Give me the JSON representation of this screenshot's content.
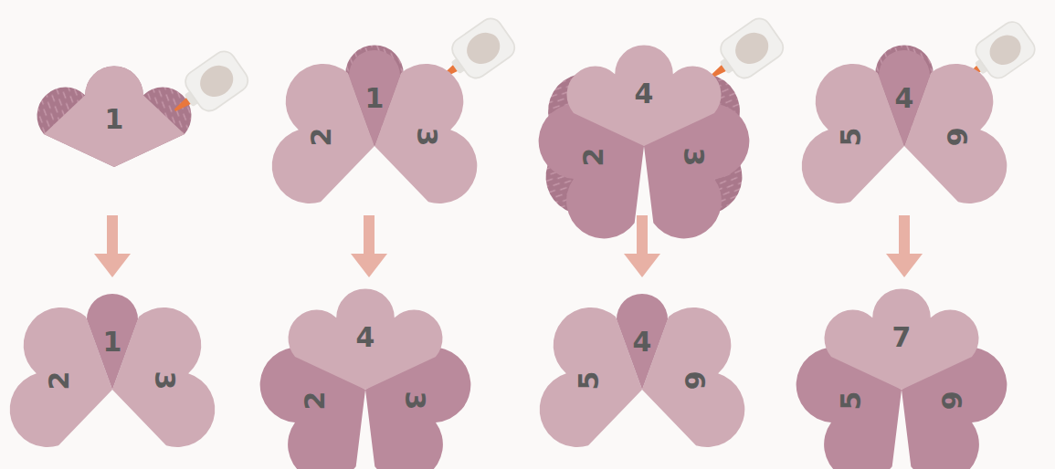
{
  "diagram": {
    "nodes": [
      {
        "text": [
          "1"
        ]
      },
      {
        "text": [
          "1"
        ]
      },
      {
        "text": [
          "2"
        ]
      },
      {
        "text": [
          "3"
        ]
      },
      {
        "text": [
          "4"
        ]
      },
      {
        "text": [
          "2"
        ]
      },
      {
        "text": [
          "3"
        ]
      },
      {
        "text": [
          "4"
        ]
      },
      {
        "text": [
          "5"
        ]
      },
      {
        "text": [
          "6"
        ]
      },
      {
        "text": [
          "1"
        ]
      },
      {
        "text": [
          "2"
        ]
      },
      {
        "text": [
          "3"
        ]
      },
      {
        "text": [
          "4"
        ]
      },
      {
        "text": [
          "2"
        ]
      },
      {
        "text": [
          "3"
        ]
      },
      {
        "text": [
          "4"
        ]
      },
      {
        "text": [
          "5"
        ]
      },
      {
        "text": [
          "6"
        ]
      },
      {
        "text": [
          "7"
        ]
      },
      {
        "text": [
          "5"
        ]
      },
      {
        "text": [
          "6"
        ]
      }
    ]
  }
}
